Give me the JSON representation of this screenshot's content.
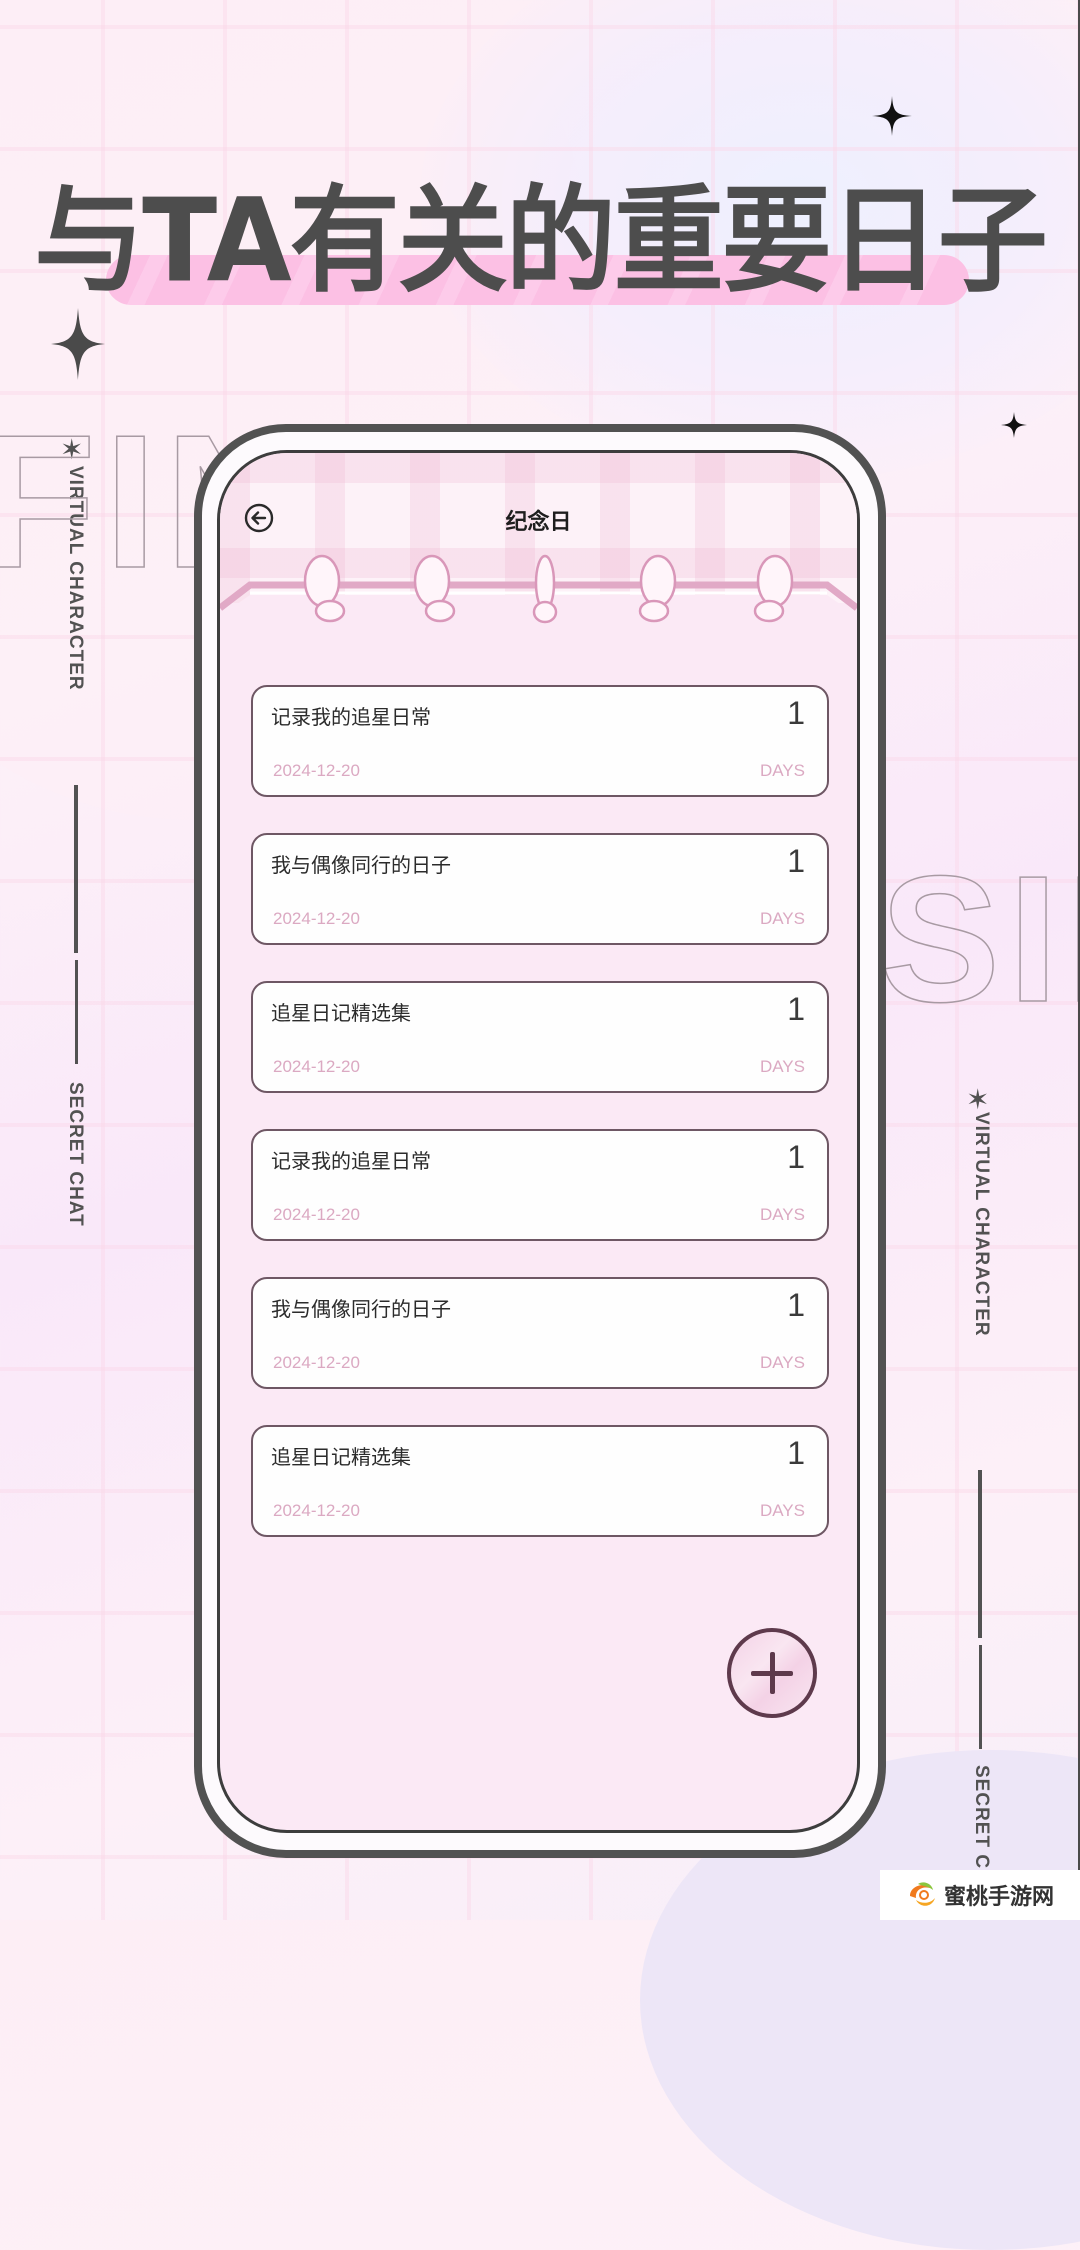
{
  "promo": {
    "headline": "与TA有关的重要日子",
    "bg_outline_left": "FINITE",
    "bg_outline_right": "SII",
    "side_text_left_top": "VIRTUAL CHARACTER",
    "side_text_left_bottom": "SECRET CHAT",
    "side_text_right_top": "VIRTUAL CHARACTER",
    "side_text_right_bottom": "SECRET CHAT",
    "colors": {
      "headline": "#4d4d4d",
      "banner": "#fcc0e4",
      "phone_frame": "#525252",
      "screen_bg": "#fbe9f5"
    }
  },
  "app": {
    "header": {
      "back_icon": "back-arrow-circle-icon",
      "title": "纪念日"
    },
    "anniversaries": [
      {
        "title": "记录我的追星日常",
        "count": "1",
        "date": "2024-12-20",
        "unit": "DAYS"
      },
      {
        "title": "我与偶像同行的日子",
        "count": "1",
        "date": "2024-12-20",
        "unit": "DAYS"
      },
      {
        "title": "追星日记精选集",
        "count": "1",
        "date": "2024-12-20",
        "unit": "DAYS"
      },
      {
        "title": "记录我的追星日常",
        "count": "1",
        "date": "2024-12-20",
        "unit": "DAYS"
      },
      {
        "title": "我与偶像同行的日子",
        "count": "1",
        "date": "2024-12-20",
        "unit": "DAYS"
      },
      {
        "title": "追星日记精选集",
        "count": "1",
        "date": "2024-12-20",
        "unit": "DAYS"
      }
    ],
    "add_button": {
      "icon": "plus-icon"
    },
    "colors": {
      "card_border": "#6e5764",
      "date_text": "#dba9c2",
      "fab_border": "#5e3a4c"
    }
  },
  "watermark": {
    "text": "蜜桃手游网"
  }
}
